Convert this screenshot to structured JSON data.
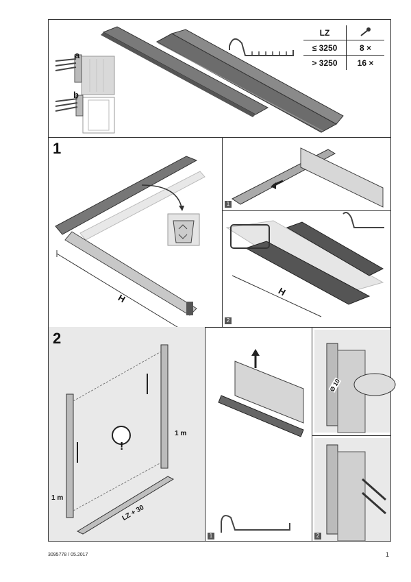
{
  "step_numbers": {
    "one": "1",
    "two": "2"
  },
  "overview": {
    "variant_a": "a",
    "variant_b": "b",
    "table": {
      "header_length": "LZ",
      "header_icon": "screw-icon",
      "rows": [
        {
          "length": "≤ 3250",
          "qty": "8 ×"
        },
        {
          "length": "> 3250",
          "qty": "16 ×"
        }
      ]
    }
  },
  "step1": {
    "dimension_h": "H",
    "dimension_h2": "H",
    "sub_labels": [
      "1",
      "2"
    ],
    "recycle_icon": "recycling-bin-icon"
  },
  "step2": {
    "label_lz30": "LZ + 30",
    "label_1m_right": "1 m",
    "label_1m_left": "1 m",
    "label_drill": "Ø 10",
    "warning_icon": "exclamation-icon",
    "sub_labels": [
      "1",
      "2"
    ]
  },
  "footer": {
    "doc_id": "3095778 / 05.2017",
    "page_number": "1"
  }
}
